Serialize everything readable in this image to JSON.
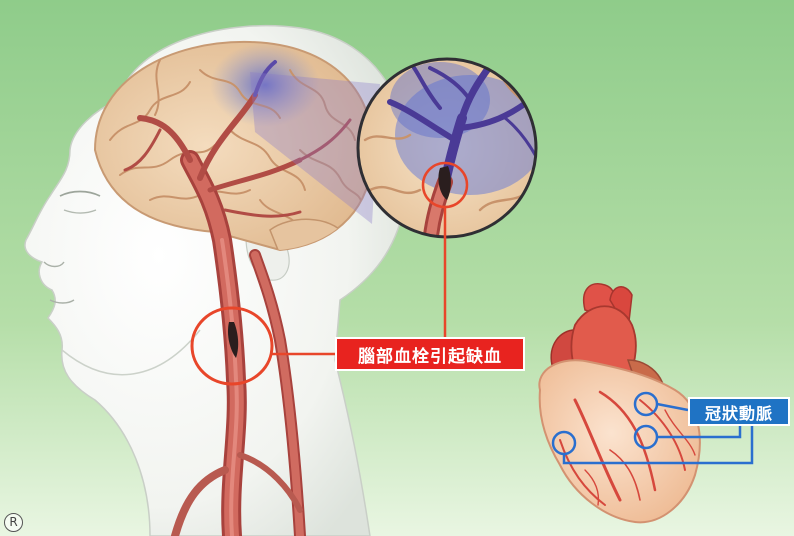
{
  "labels": {
    "stroke": "腦部血栓引起缺血",
    "coronary": "冠狀動脈"
  },
  "marks": {
    "registered": "R"
  },
  "colors": {
    "background_top": "#8fcc8a",
    "background_bottom": "#e9f6e2",
    "label_fill_red": "#e8231f",
    "label_fill_blue": "#1f73c4",
    "highlight_ring_red": "#e8462a",
    "highlight_ring_blue": "#2a6fcf",
    "artery": "#c4504a",
    "clot": "#2a1e1e"
  }
}
